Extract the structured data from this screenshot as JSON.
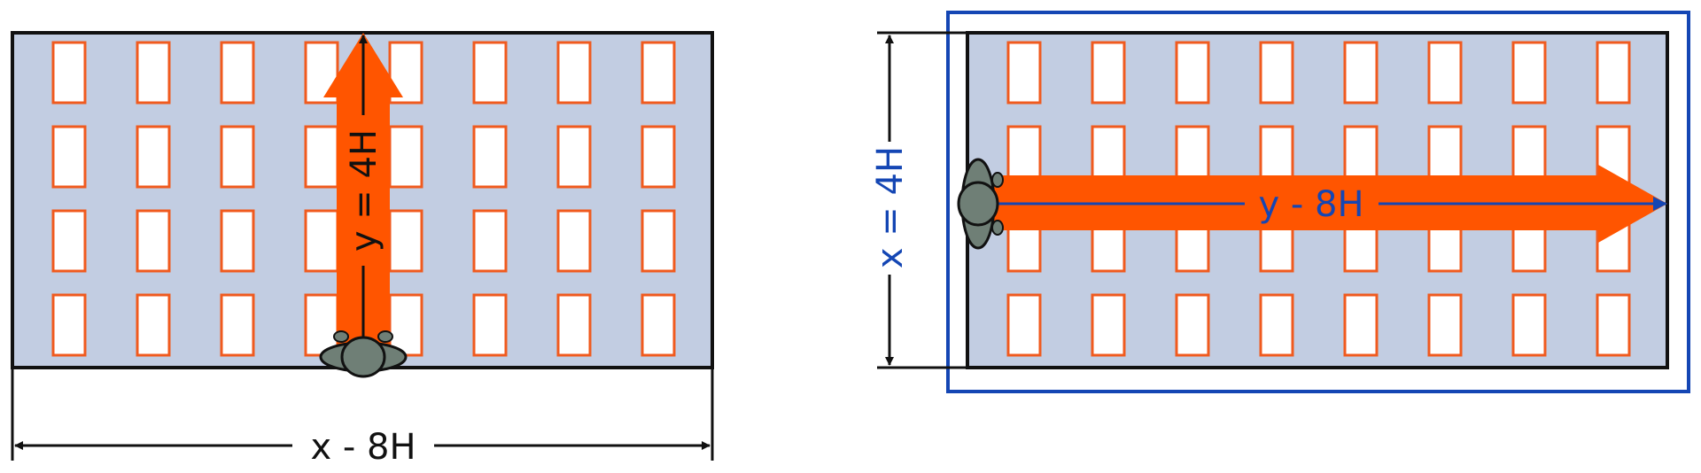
{
  "colors": {
    "panel_fill": "#c2cde2",
    "panel_stroke": "#111111",
    "luminaire_stroke": "#f05a1e",
    "luminaire_fill": "#ffffff",
    "arrow_fill": "#ff5500",
    "highlight_frame": "#1446b4",
    "observer_fill": "#6f7f76",
    "dim_black": "#111111",
    "dim_blue": "#1446b4"
  },
  "left_view": {
    "grid_columns": 8,
    "grid_rows": 4,
    "dimension_x_label": "x - 8H",
    "dimension_y_label": "y = 4H",
    "view_direction": "up"
  },
  "right_view": {
    "grid_columns": 8,
    "grid_rows": 4,
    "dimension_x_label": "x = 4H",
    "dimension_y_label": "y - 8H",
    "view_direction": "right",
    "highlighted": true
  },
  "icons": [
    "observer-icon",
    "view-direction-arrow",
    "dimension-arrow"
  ]
}
